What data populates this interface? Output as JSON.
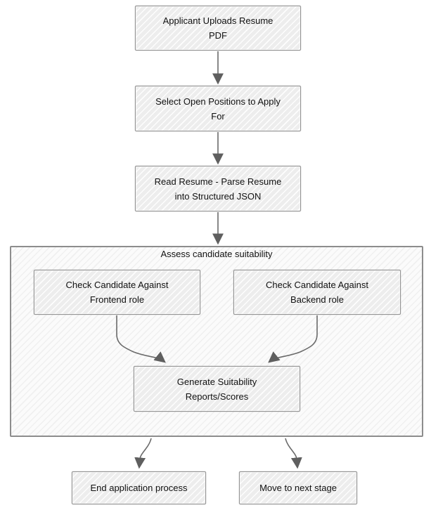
{
  "diagram_type": "flowchart",
  "subgraph": {
    "title": "Assess candidate suitability"
  },
  "nodes": {
    "upload": {
      "label": "Applicant Uploads Resume\nPDF"
    },
    "select": {
      "label": "Select Open Positions to Apply\nFor"
    },
    "read": {
      "label": "Read Resume - Parse Resume\ninto Structured JSON"
    },
    "frontend": {
      "label": "Check Candidate Against\nFrontend role"
    },
    "backend": {
      "label": "Check Candidate Against\nBackend role"
    },
    "generate": {
      "label": "Generate Suitability\nReports/Scores"
    },
    "end": {
      "label": "End application process"
    },
    "move": {
      "label": "Move to next stage"
    }
  },
  "edges": [
    {
      "from": "upload",
      "to": "select"
    },
    {
      "from": "select",
      "to": "read"
    },
    {
      "from": "read",
      "to": "assess-subgraph"
    },
    {
      "from": "frontend",
      "to": "generate"
    },
    {
      "from": "backend",
      "to": "generate"
    },
    {
      "from": "assess-subgraph",
      "to": "end"
    },
    {
      "from": "assess-subgraph",
      "to": "move"
    }
  ],
  "colors": {
    "node_fill": "#ededed",
    "node_border": "#949494",
    "subgraph_fill": "#fbfbfb",
    "subgraph_border": "#8d8d8d",
    "arrow": "#666666",
    "text": "#111111",
    "background": "#ffffff"
  }
}
